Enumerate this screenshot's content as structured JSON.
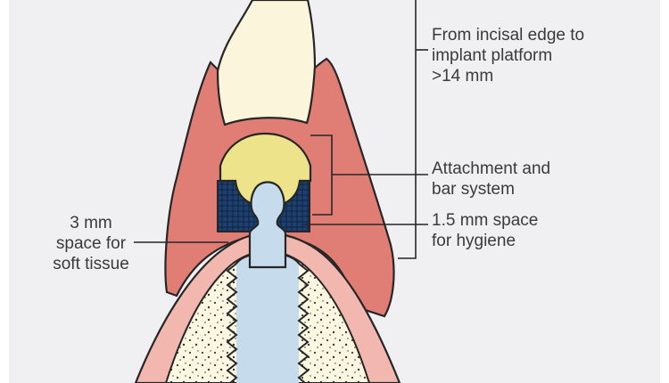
{
  "labels": {
    "incisal_to_platform": "From incisal edge to\nimplant platform\n>14 mm",
    "attachment_bar": "Attachment and\nbar system",
    "hygiene_space": "1.5 mm space\nfor hygiene",
    "soft_tissue_space": "3 mm\nspace for\nsoft tissue"
  },
  "colors": {
    "background": "#f0f0f2",
    "tooth": "#fbf5dc",
    "denture_base": "#e07e76",
    "gingiva": "#f2b7ae",
    "bone": "#fbf7e1",
    "implant": "#c6dced",
    "attachment": "#ede38a",
    "bar": "#1f3f6e",
    "outline": "#262626"
  }
}
